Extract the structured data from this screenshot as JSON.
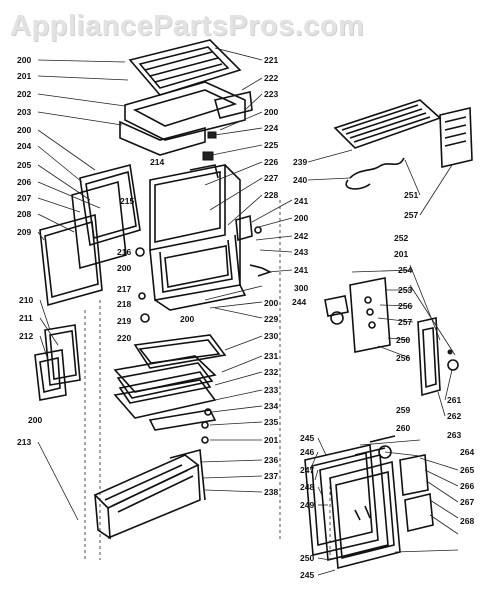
{
  "watermark": "AppliancePartsPros.com",
  "callouts": {
    "c200a": "200",
    "c201": "201",
    "c202": "202",
    "c203": "203",
    "c200b": "200",
    "c204": "204",
    "c205": "205",
    "c206": "206",
    "c207": "207",
    "c208": "208",
    "c209": "209",
    "c210": "210",
    "c211": "211",
    "c212": "212",
    "c200c": "200",
    "c213": "213",
    "c221": "221",
    "c222": "222",
    "c223": "223",
    "c200d": "200",
    "c224": "224",
    "c225": "225",
    "c226": "226",
    "c227": "227",
    "c228": "228",
    "c214": "214",
    "c215": "215",
    "c241a": "241",
    "c200e": "200",
    "c242": "242",
    "c243": "243",
    "c216": "216",
    "c200f": "200",
    "c241b": "241",
    "c300": "300",
    "c217": "217",
    "c218": "218",
    "c200g": "200",
    "c219": "219",
    "c220": "220",
    "c229": "229",
    "c230": "230",
    "c200h": "200",
    "c244": "244",
    "c231": "231",
    "c232": "232",
    "c233": "233",
    "c234": "234",
    "c235": "235",
    "c201b": "201",
    "c236": "236",
    "c237": "237",
    "c238": "238",
    "c239": "239",
    "c240": "240",
    "c251": "251",
    "c257": "257",
    "c252": "252",
    "c201c": "201",
    "c254": "254",
    "c253": "253",
    "c256a": "256",
    "c257b": "257",
    "c250": "250",
    "c256b": "256",
    "c261": "261",
    "c262": "262",
    "c259": "259",
    "c260": "260",
    "c245": "245",
    "c246": "246",
    "c247": "247",
    "c248": "248",
    "c249": "249",
    "c263": "263",
    "c264": "264",
    "c265": "265",
    "c266": "266",
    "c267": "267",
    "c268": "268",
    "c250b": "250",
    "c245b": "245"
  }
}
